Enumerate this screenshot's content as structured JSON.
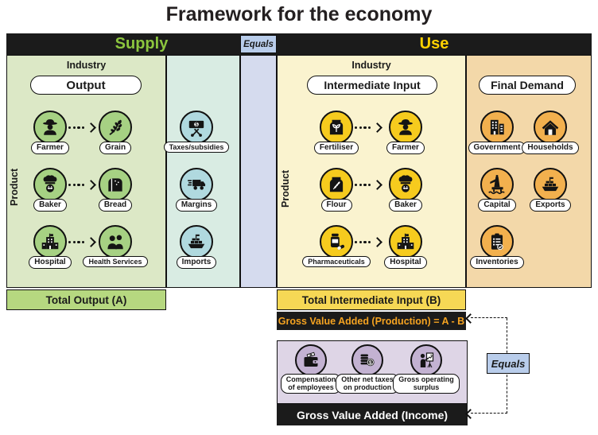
{
  "title": "Framework for the economy",
  "header": {
    "supply_label": "Supply",
    "equals_label": "Equals",
    "use_label": "Use"
  },
  "supply": {
    "industry_label": "Industry",
    "output_label": "Output",
    "product_label": "Product",
    "rows": [
      {
        "from": {
          "icon": "farmer-icon",
          "label": "Farmer"
        },
        "to": {
          "icon": "grain-icon",
          "label": "Grain"
        }
      },
      {
        "from": {
          "icon": "baker-icon",
          "label": "Baker"
        },
        "to": {
          "icon": "bread-icon",
          "label": "Bread"
        }
      },
      {
        "from": {
          "icon": "hospital-icon",
          "label": "Hospital"
        },
        "to": {
          "icon": "health-services-icon",
          "label": "Health Services"
        }
      }
    ],
    "total_label": "Total Output (A)"
  },
  "adjustments": {
    "items": [
      {
        "icon": "taxes-subsidies-icon",
        "label": "Taxes/subsidies"
      },
      {
        "icon": "truck-icon",
        "label": "Margins"
      },
      {
        "icon": "ship-icon",
        "label": "Imports"
      }
    ]
  },
  "use": {
    "industry_label": "Industry",
    "intermediate_label": "Intermediate Input",
    "product_label": "Product",
    "rows": [
      {
        "from": {
          "icon": "fertiliser-icon",
          "label": "Fertiliser"
        },
        "to": {
          "icon": "farmer-icon",
          "label": "Farmer"
        }
      },
      {
        "from": {
          "icon": "flour-icon",
          "label": "Flour"
        },
        "to": {
          "icon": "baker-icon",
          "label": "Baker"
        }
      },
      {
        "from": {
          "icon": "pharmaceuticals-icon",
          "label": "Pharmaceuticals"
        },
        "to": {
          "icon": "hospital-icon",
          "label": "Hospital"
        }
      }
    ],
    "total_label": "Total Intermediate Input (B)",
    "gva_production_label": "Gross Value Added (Production) = A - B"
  },
  "final_demand": {
    "label": "Final Demand",
    "items": [
      {
        "icon": "government-icon",
        "label": "Government"
      },
      {
        "icon": "households-icon",
        "label": "Households"
      },
      {
        "icon": "capital-icon",
        "label": "Capital"
      },
      {
        "icon": "exports-icon",
        "label": "Exports"
      },
      {
        "icon": "inventories-icon",
        "label": "Inventories"
      }
    ]
  },
  "income": {
    "items": [
      {
        "icon": "wallet-icon",
        "lines": [
          "Compensation",
          "of employees"
        ]
      },
      {
        "icon": "coins-icon",
        "lines": [
          "Other net taxes",
          "on production"
        ]
      },
      {
        "icon": "presenter-icon",
        "lines": [
          "Gross operating",
          "surplus"
        ]
      }
    ],
    "gva_income_label": "Gross Value Added (Income)"
  },
  "equals_connector": {
    "label": "Equals"
  },
  "colors": {
    "header_bg": "#1b1b1b",
    "supply_text": "#8cc63e",
    "use_text": "#ffd100",
    "equals_bg": "#b9cdeb",
    "supply_col_bg": "#dce8c6",
    "supply_circle": "#a6d183",
    "adjust_col_bg": "#d9ece3",
    "adjust_circle": "#b0d9df",
    "lavender_col_bg": "#d5dbee",
    "use_col_bg": "#faf3cf",
    "use_circle": "#f6cb1e",
    "demand_col_bg": "#f3d8a9",
    "demand_circle": "#f2b04e",
    "income_box_bg": "#ded5e6",
    "income_circle": "#c3b2d2",
    "total_output_bg": "#b6d880",
    "total_intermediate_bg": "#f6d855",
    "gva_production_text": "#f5a321"
  }
}
